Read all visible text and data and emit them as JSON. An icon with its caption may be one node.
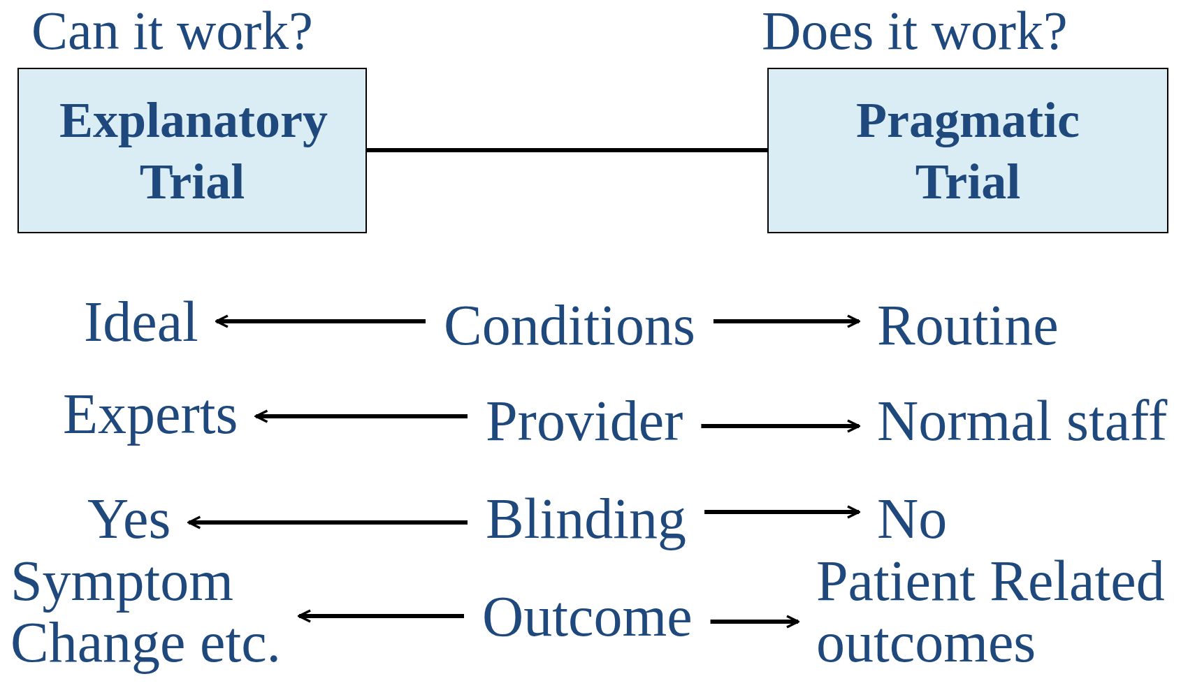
{
  "diagram": {
    "nodes": [
      {
        "text": [
          "Can it work?",
          "Explanatory Trial"
        ]
      },
      {
        "text": [
          "Does it work?",
          "Pragmatic Trial"
        ]
      },
      {
        "text": [
          "Ideal"
        ]
      },
      {
        "text": [
          "Conditions"
        ]
      },
      {
        "text": [
          "Routine"
        ]
      },
      {
        "text": [
          "Experts"
        ]
      },
      {
        "text": [
          "Provider"
        ]
      },
      {
        "text": [
          "Normal staff"
        ]
      },
      {
        "text": [
          "Yes"
        ]
      },
      {
        "text": [
          "Blinding"
        ]
      },
      {
        "text": [
          "No"
        ]
      },
      {
        "text": [
          "Symptom Change etc."
        ]
      },
      {
        "text": [
          "Outcome"
        ]
      },
      {
        "text": [
          "Patient Related outcomes"
        ]
      }
    ],
    "edges": [
      {
        "from": 0,
        "to": 1,
        "arrow": "none"
      },
      {
        "from": 3,
        "to": 2,
        "arrow": "to"
      },
      {
        "from": 3,
        "to": 4,
        "arrow": "to"
      },
      {
        "from": 6,
        "to": 5,
        "arrow": "to"
      },
      {
        "from": 6,
        "to": 7,
        "arrow": "to"
      },
      {
        "from": 9,
        "to": 8,
        "arrow": "to"
      },
      {
        "from": 9,
        "to": 10,
        "arrow": "to"
      },
      {
        "from": 12,
        "to": 11,
        "arrow": "to"
      },
      {
        "from": 12,
        "to": 13,
        "arrow": "to"
      }
    ]
  }
}
